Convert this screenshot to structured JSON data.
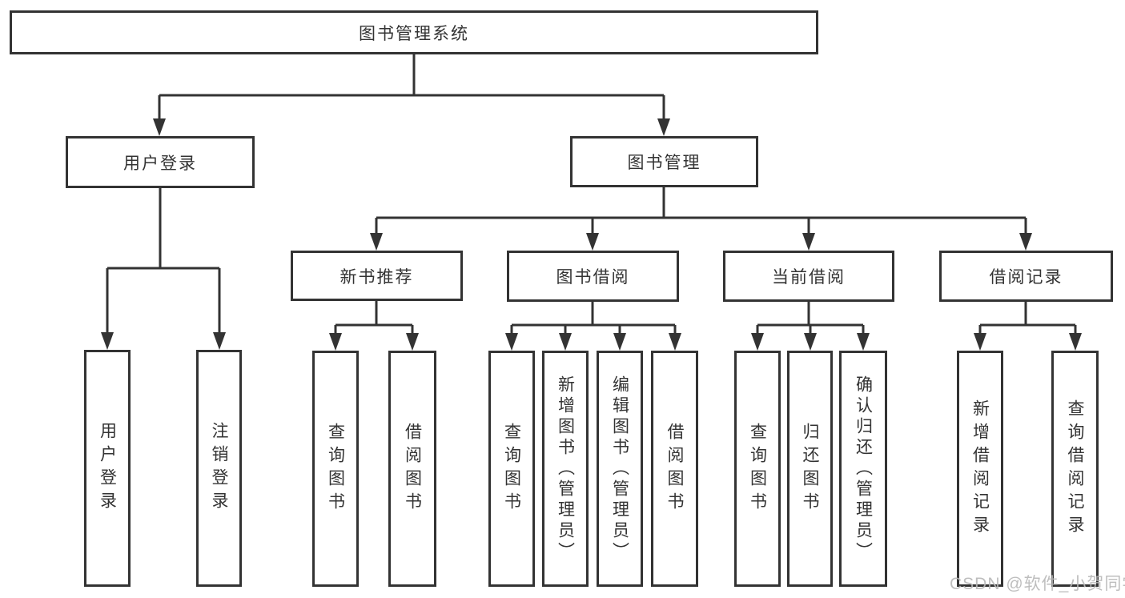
{
  "tree": {
    "root": {
      "label": "图书管理系统"
    },
    "children": [
      {
        "label": "用户登录",
        "children": [
          {
            "label": "用户登录"
          },
          {
            "label": "注销登录"
          }
        ]
      },
      {
        "label": "图书管理",
        "children": [
          {
            "label": "新书推荐",
            "children": [
              {
                "label": "查询图书"
              },
              {
                "label": "借阅图书"
              }
            ]
          },
          {
            "label": "图书借阅",
            "children": [
              {
                "label": "查询图书"
              },
              {
                "label": "新增图书（管理员）"
              },
              {
                "label": "编辑图书（管理员）"
              },
              {
                "label": "借阅图书"
              }
            ]
          },
          {
            "label": "当前借阅",
            "children": [
              {
                "label": "查询图书"
              },
              {
                "label": "归还图书"
              },
              {
                "label": "确认归还（管理员）"
              }
            ]
          },
          {
            "label": "借阅记录",
            "children": [
              {
                "label": "新增借阅记录"
              },
              {
                "label": "查询借阅记录"
              }
            ]
          }
        ]
      }
    ]
  },
  "watermark": {
    "text": "CSDN @软件_小贺同学"
  },
  "colors": {
    "line": "#333333",
    "text": "#333333",
    "background": "#ffffff",
    "watermark": "#b8b8b8"
  }
}
